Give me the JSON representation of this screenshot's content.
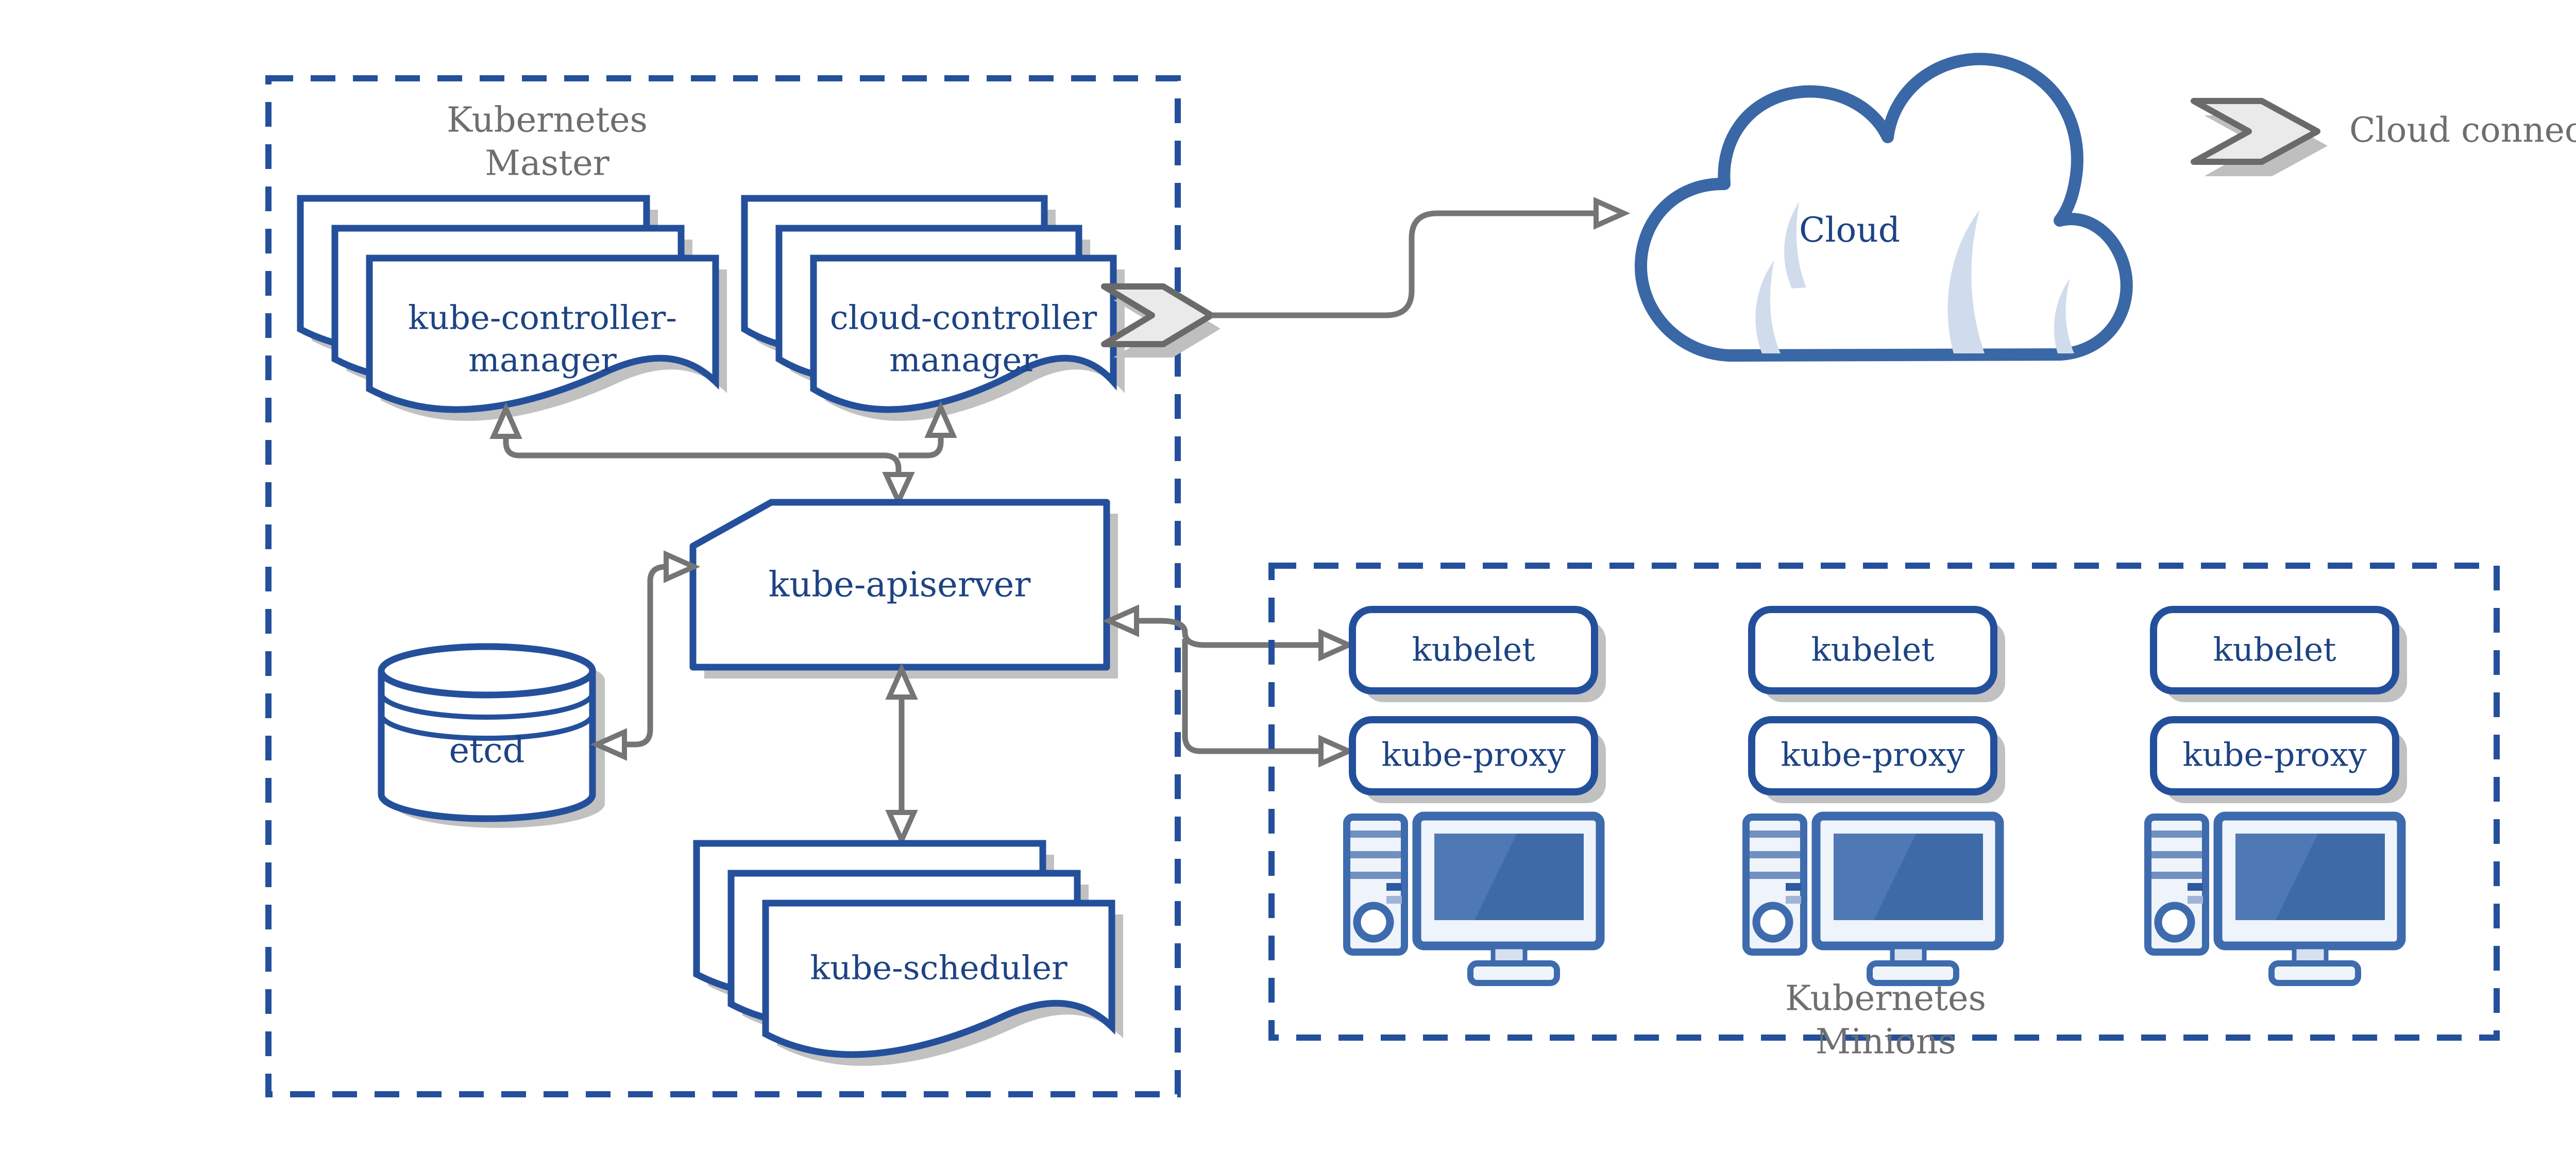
{
  "master": {
    "label_line1": "Kubernetes",
    "label_line2": "Master"
  },
  "nodes": {
    "kube_controller_manager": {
      "line1": "kube-controller-",
      "line2": "manager"
    },
    "cloud_controller_manager": {
      "line1": "cloud-controller",
      "line2": "manager"
    },
    "kube_apiserver": {
      "label": "kube-apiserver"
    },
    "etcd": {
      "label": "etcd"
    },
    "kube_scheduler": {
      "label": "kube-scheduler"
    },
    "cloud": {
      "label": "Cloud"
    }
  },
  "minions": {
    "label_line1": "Kubernetes",
    "label_line2": "Minions",
    "kubelet_label": "kubelet",
    "kube_proxy_label": "kube-proxy"
  },
  "legend": {
    "cloud_connector_label": "Cloud connector"
  },
  "colors": {
    "node_border_blue": "#24509b",
    "node_text_blue": "#1d4383",
    "label_gray": "#6e6e6e",
    "arrow_gray": "#757575",
    "shadow_gray": "#c1c1c1",
    "cloud_outline_blue": "#3a67a6",
    "cloud_sliver_blue": "#d0dcec",
    "chevron_fill": "#eaeaea",
    "chevron_border": "#6a6a6a",
    "computer_blue": "#3d6bad",
    "computer_fill": "#eff3fa",
    "screen_blue": "#3e6ba8"
  }
}
